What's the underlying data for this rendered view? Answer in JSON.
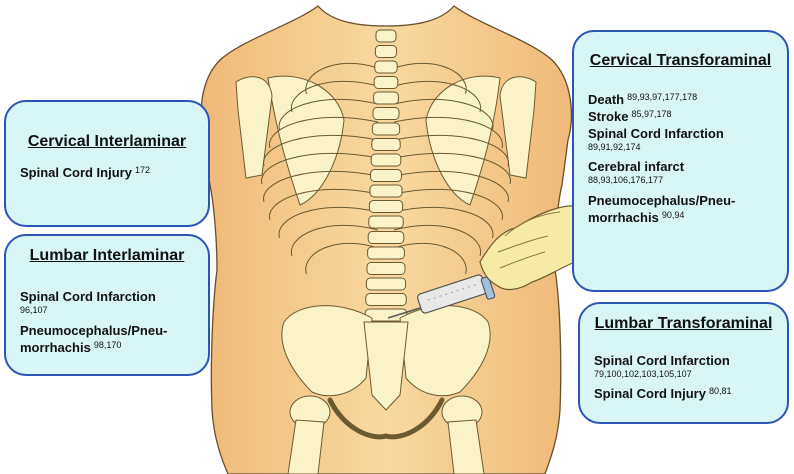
{
  "colors": {
    "box_fill": "#d9f6f6",
    "box_border": "#2b55b5",
    "skin": "#f7cf8f",
    "bone": "#fbf3c8",
    "glove": "#f5eaa6"
  },
  "illustration": {
    "subject": "back view of torso with skeleton",
    "instrument": "gloved hand holding syringe with needle at lumbar spine"
  },
  "boxes": {
    "cervical_interlaminar": {
      "title": "Cervical Interlaminar",
      "items": [
        {
          "label": "Spinal Cord Injury",
          "refs": "172"
        }
      ]
    },
    "lumbar_interlaminar": {
      "title": "Lumbar Interlaminar",
      "items": [
        {
          "label": "Spinal Cord Infarction",
          "refs": "96,107"
        },
        {
          "label": "Pneumocephalus/Pneu-",
          "label2": "morrhachis",
          "refs": "98,170"
        }
      ]
    },
    "cervical_transforaminal": {
      "title": "Cervical Transforaminal",
      "items": [
        {
          "label": "Death",
          "refs": "89,93,97,177,178"
        },
        {
          "label": "Stroke",
          "refs": "85,97,178"
        },
        {
          "label": "Spinal Cord Infarction",
          "refs": "89,91,92,174"
        },
        {
          "label": "Cerebral infarct",
          "refs": "88,93,106,176,177"
        },
        {
          "label": "Pneumocephalus/Pneu-",
          "label2": "morrhachis",
          "refs": "90,94"
        }
      ]
    },
    "lumbar_transforaminal": {
      "title": "Lumbar Transforaminal",
      "items": [
        {
          "label": "Spinal Cord Infarction",
          "refs": "79,100,102,103,105,107"
        },
        {
          "label": "Spinal Cord Injury",
          "refs": "80,81"
        }
      ]
    }
  }
}
